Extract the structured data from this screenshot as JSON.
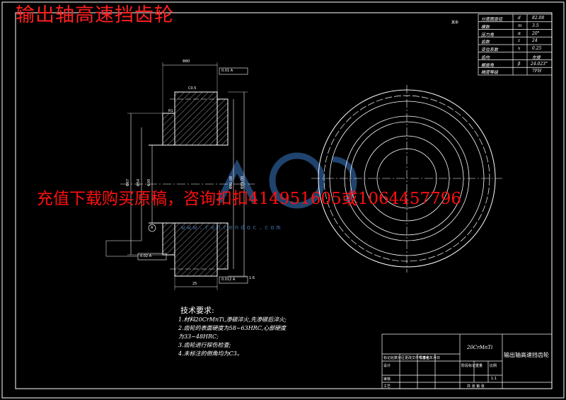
{
  "title": "输出轴高速挡齿轮",
  "watermark": "充值下载购买原稿，咨询扣扣414951605或1064457796",
  "watermark_url": "www.renrendoc.com",
  "corner_mark": "其余 ",
  "gear_params": [
    {
      "label": "分度圆直径",
      "sym": "d",
      "val": "82.08"
    },
    {
      "label": "模数",
      "sym": "m",
      "val": "3.5"
    },
    {
      "label": "压力角",
      "sym": "α",
      "val": "20°"
    },
    {
      "label": "齿数",
      "sym": "z",
      "val": "24"
    },
    {
      "label": "变位系数",
      "sym": "x",
      "val": "0.25"
    },
    {
      "label": "齿向",
      "sym": "",
      "val": "左旋"
    },
    {
      "label": "螺旋角",
      "sym": "β",
      "val": "24.023°"
    },
    {
      "label": "精度等级",
      "sym": "",
      "val": "7FH"
    }
  ],
  "dims": {
    "top_width": "Φ80",
    "chamfer": "C0.5",
    "tol1": "0.01 A",
    "left_d1": "Φ67",
    "left_d2": "Φ54",
    "bore": "Φ30",
    "right_d1": "Φ82.08",
    "right_d2": "Φ89.08",
    "bottom_w": "25",
    "tol2": "0.02 A",
    "tol3": "0.012 A",
    "datum": "A",
    "r1": "R1",
    "ra": "1.6"
  },
  "tech_title": "技术要求:",
  "tech_notes": [
    "1.材料20CrMnTi,渗碳淬火,先渗碳后淬火;",
    "2.齿轮的表面硬度为58~63HRC,心部硬度",
    "   为33~48HRC;",
    "3.齿轮进行探伤检查;",
    "4.未标注的倒角均为C3。"
  ],
  "title_block": {
    "material": "20CrMnTi",
    "name": "输出轴高速挡齿轮",
    "row_labels": [
      "标记处数分区更改文件号签名年月日",
      "设计",
      "审核",
      "工艺"
    ],
    "cols": [
      "标准化",
      "阶段标记",
      "重量",
      "比例"
    ],
    "scale": "1:1",
    "sheet": "共 张 第 张"
  },
  "colors": {
    "background": "#000000",
    "lines": "#ffffff",
    "title": "#ff2020",
    "watermark": "#ff1010",
    "logo": "#2a5a90"
  }
}
